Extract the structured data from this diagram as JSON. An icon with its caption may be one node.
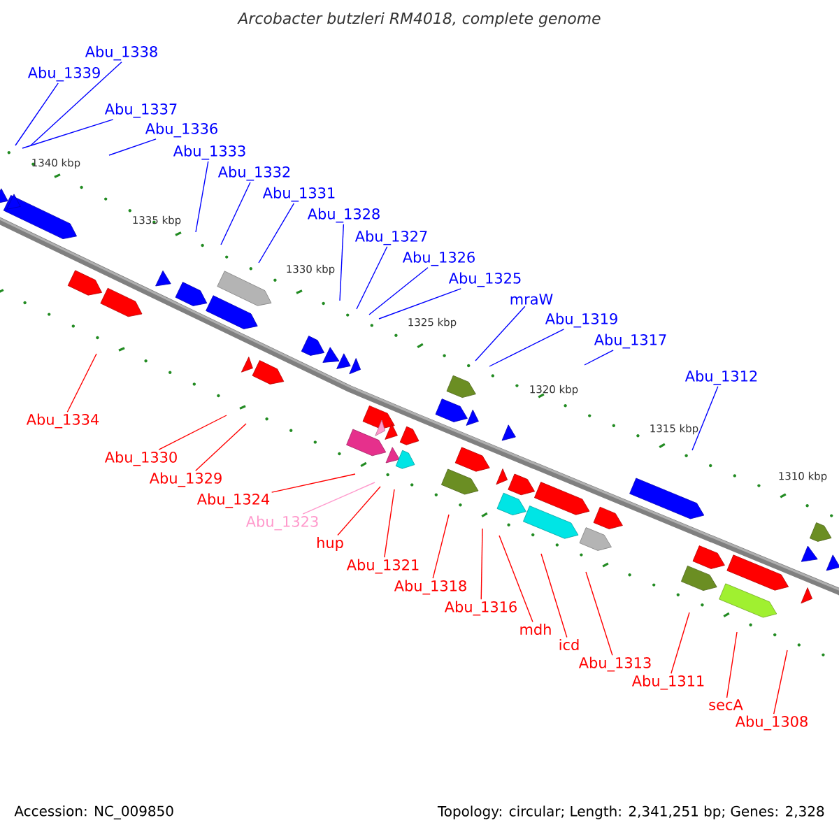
{
  "diagram": {
    "title": "*Arcobacter butzleri* RM4018, complete genome",
    "nodes": [
      {
        "text": [
          "Abu_1338"
        ]
      },
      {
        "text": [
          "Abu_1339"
        ]
      },
      {
        "text": [
          "Abu_1337"
        ]
      },
      {
        "text": [
          "Abu_1336"
        ]
      },
      {
        "text": [
          "Abu_1333"
        ]
      },
      {
        "text": [
          "Abu_1332"
        ]
      },
      {
        "text": [
          "Abu_1331"
        ]
      },
      {
        "text": [
          "Abu_1328"
        ]
      },
      {
        "text": [
          "Abu_1327"
        ]
      },
      {
        "text": [
          "Abu_1326"
        ]
      },
      {
        "text": [
          "Abu_1325"
        ]
      },
      {
        "text": [
          "mraW"
        ]
      },
      {
        "text": [
          "Abu_1319"
        ]
      },
      {
        "text": [
          "Abu_1317"
        ]
      },
      {
        "text": [
          "Abu_1312"
        ]
      },
      {
        "text": [
          "Abu_1334"
        ]
      },
      {
        "text": [
          "Abu_1330"
        ]
      },
      {
        "text": [
          "Abu_1329"
        ]
      },
      {
        "text": [
          "Abu_1324"
        ]
      },
      {
        "text": [
          "Abu_1323"
        ]
      },
      {
        "text": [
          "hup"
        ]
      },
      {
        "text": [
          "Abu_1321"
        ]
      },
      {
        "text": [
          "Abu_1318"
        ]
      },
      {
        "text": [
          "Abu_1316"
        ]
      },
      {
        "text": [
          "mdh"
        ]
      },
      {
        "text": [
          "icd"
        ]
      },
      {
        "text": [
          "Abu_1313"
        ]
      },
      {
        "text": [
          "Abu_1311"
        ]
      },
      {
        "text": [
          "secA"
        ]
      },
      {
        "text": [
          "Abu_1308"
        ]
      }
    ],
    "edges": [
      {
        "from": 0,
        "to": null,
        "arrow": "none"
      },
      {
        "from": 1,
        "to": null,
        "arrow": "none"
      },
      {
        "from": 2,
        "to": null,
        "arrow": "none"
      },
      {
        "from": 3,
        "to": null,
        "arrow": "none"
      },
      {
        "from": 4,
        "to": null,
        "arrow": "none"
      },
      {
        "from": 5,
        "to": null,
        "arrow": "none"
      },
      {
        "from": 6,
        "to": null,
        "arrow": "none"
      },
      {
        "from": 7,
        "to": null,
        "arrow": "none"
      },
      {
        "from": 8,
        "to": null,
        "arrow": "none"
      },
      {
        "from": 9,
        "to": null,
        "arrow": "none"
      },
      {
        "from": 10,
        "to": null,
        "arrow": "none"
      },
      {
        "from": 11,
        "to": null,
        "arrow": "none"
      },
      {
        "from": 12,
        "to": null,
        "arrow": "none"
      },
      {
        "from": 13,
        "to": null,
        "arrow": "none"
      },
      {
        "from": 14,
        "to": null,
        "arrow": "none"
      },
      {
        "from": 15,
        "to": null,
        "arrow": "none",
        "color": "#ff0000"
      },
      {
        "from": 16,
        "to": null,
        "arrow": "none",
        "color": "#ff0000"
      },
      {
        "from": 17,
        "to": null,
        "arrow": "none",
        "color": "#ff0000"
      },
      {
        "from": 18,
        "to": null,
        "arrow": "none",
        "color": "#ff0000"
      },
      {
        "from": 19,
        "to": null,
        "arrow": "none",
        "color": "#ff99cc"
      },
      {
        "from": 20,
        "to": null,
        "arrow": "none",
        "color": "#ff0000"
      },
      {
        "from": 21,
        "to": null,
        "arrow": "none",
        "color": "#ff0000"
      },
      {
        "from": 22,
        "to": null,
        "arrow": "none",
        "color": "#ff0000"
      },
      {
        "from": 23,
        "to": null,
        "arrow": "none",
        "color": "#ff0000"
      },
      {
        "from": 24,
        "to": null,
        "arrow": "none",
        "color": "#ff0000"
      },
      {
        "from": 25,
        "to": null,
        "arrow": "none",
        "color": "#ff0000"
      },
      {
        "from": 26,
        "to": null,
        "arrow": "none",
        "color": "#ff0000"
      },
      {
        "from": 27,
        "to": null,
        "arrow": "none",
        "color": "#ff0000"
      },
      {
        "from": 28,
        "to": null,
        "arrow": "none",
        "color": "#ff0000"
      },
      {
        "from": 29,
        "to": null,
        "arrow": "none",
        "color": "#ff0000"
      }
    ],
    "labels": [
      "1340 kbp",
      "1335 kbp",
      "1330 kbp",
      "1325 kbp",
      "1320 kbp",
      "1315 kbp",
      "1310 kbp",
      "Accession: NC_009850",
      "Topology: circular; Length: 2,341,251 bp; Genes: 2,328"
    ]
  }
}
